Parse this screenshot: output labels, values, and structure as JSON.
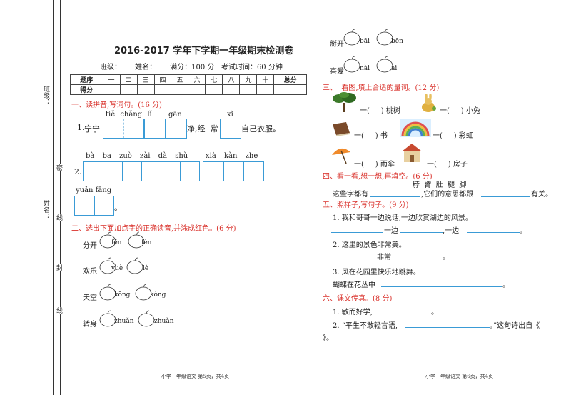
{
  "binding": {
    "class_label": "班级：",
    "name_label": "姓名：",
    "seal_chars": [
      "密",
      "线",
      "封",
      "线"
    ]
  },
  "left": {
    "title": "2016-2017 学年下学期一年级期末检测卷",
    "info": "班级：      姓名：      满分：100 分   考试时间：60 分钟",
    "score_table": {
      "row1": [
        "题序",
        "一",
        "二",
        "三",
        "四",
        "五",
        "六",
        "七",
        "八",
        "九",
        "十",
        "总分"
      ],
      "row2_label": "得分"
    },
    "s1_title": "一、读拼音,写词句。(16 分)",
    "q1": {
      "num": "1.",
      "pinyin1": "tiě chǎng lǐ",
      "pinyin2": "gān",
      "pinyin3": "xǐ",
      "pre": "宁宁",
      "mid": "净,经  常",
      "post": "自己衣服。"
    },
    "q2": {
      "num": "2.",
      "pinyin": [
        "bà",
        "ba",
        "zuò",
        "zài",
        "dà",
        "shù",
        "xià",
        "kàn",
        "zhe"
      ],
      "pinyin2": "yuǎn fāng",
      "end": "。"
    },
    "s2_title": "二、选出下面加点字的正确读音,并涂成红色。(6 分)",
    "s2_items": [
      {
        "word": "分开",
        "a": "fēn",
        "b": "fèn"
      },
      {
        "word": "欢乐",
        "a": "yuè",
        "b": "lè"
      },
      {
        "word": "天空",
        "a": "kōng",
        "b": "kòng"
      },
      {
        "word": "转身",
        "a": "zhuǎn",
        "b": "zhuàn"
      }
    ],
    "footer": "小学一年级语文    第5页，共4页"
  },
  "right": {
    "top_items": [
      {
        "word": "掰开",
        "a": "bāi",
        "b": "bēn"
      },
      {
        "word": "喜爱",
        "a": "nài",
        "b": "ài"
      }
    ],
    "s3_title": "三、  看图,填上合适的量词。(12 分)",
    "s3_items": [
      {
        "text": "一(     ) 桃树"
      },
      {
        "text": "一(     ) 小兔"
      },
      {
        "text": "一(     ) 书"
      },
      {
        "text": "一(     ) 彩虹"
      },
      {
        "text": "一(     ) 雨伞"
      },
      {
        "text": "一(     ) 房子"
      }
    ],
    "s4_title": "四、看一看,想一想,再填空。(6 分)",
    "s4_words": "脖  臂  肚  腿  脚",
    "s4_line_a": "这些字都有",
    "s4_line_b": ",它们的意思都跟",
    "s4_line_c": "有关。",
    "s5_title": "五、照样子,写句子。(9 分)",
    "s5_1": "1. 我和哥哥一边说话,一边欣赏湖边的风景。",
    "s5_1_a": "一边",
    "s5_1_b": ",一边",
    "s5_1_end": "。",
    "s5_2": "2. 这里的景色非常美。",
    "s5_2_a": "非常",
    "s5_2_end": "。",
    "s5_3": "3. 风在花园里快乐地跳舞。",
    "s5_3_a": "蝴蝶在花丛中",
    "s5_3_end": "。",
    "s6_title": "六、课文传真。(8 分)",
    "s6_1": "1. 敏而好学,",
    "s6_1_end": "。",
    "s6_2a": "2. “平生不敢轻言语,",
    "s6_2b": "。”这句诗出自《",
    "s6_2c": "》。",
    "footer": "小学一年级语文    第6页，共4页"
  }
}
